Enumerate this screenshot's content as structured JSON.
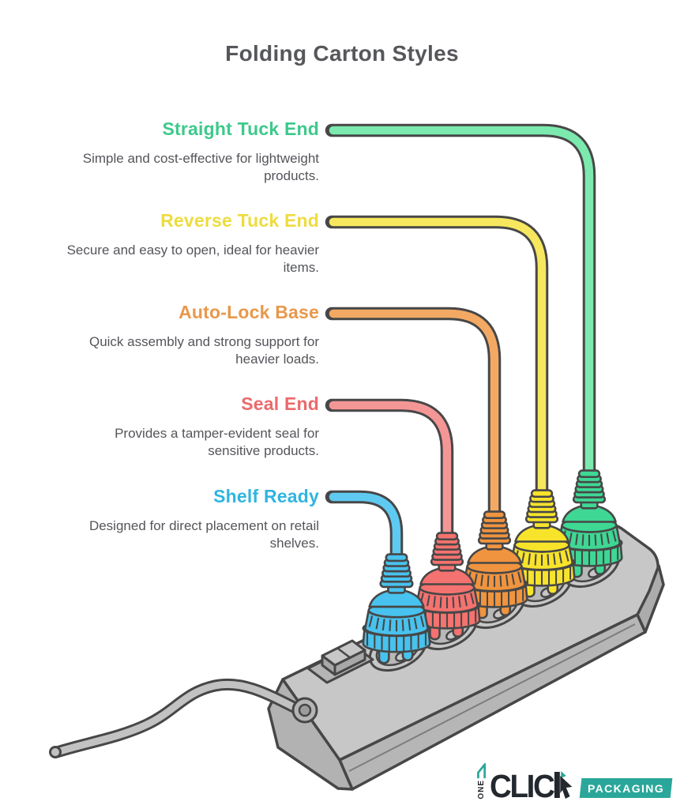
{
  "title": "Folding Carton Styles",
  "styles": [
    {
      "name": "Straight Tuck End",
      "description": "Simple and cost-effective for lightweight products.",
      "label_color": "#3dc98b",
      "cable_color": "#7ce9ae",
      "plug_color": "#3ed794"
    },
    {
      "name": "Reverse Tuck End",
      "description": "Secure and easy to open, ideal for heavier items.",
      "label_color": "#eedc3f",
      "cable_color": "#f7e75e",
      "plug_color": "#f8e32b"
    },
    {
      "name": "Auto-Lock Base",
      "description": "Quick assembly and strong support for heavier loads.",
      "label_color": "#e8984b",
      "cable_color": "#f3a963",
      "plug_color": "#f0943f"
    },
    {
      "name": "Seal End",
      "description": "Provides a tamper-evident seal for sensitive products.",
      "label_color": "#ec6a6c",
      "cable_color": "#f59696",
      "plug_color": "#f4726f"
    },
    {
      "name": "Shelf Ready",
      "description": "Designed for direct placement on retail shelves.",
      "label_color": "#2fb5e0",
      "cable_color": "#5fcaf1",
      "plug_color": "#48c2ee"
    }
  ],
  "logo": {
    "one_text": "ONE",
    "click_text": "CLIC",
    "packaging_text": "PACKAGING",
    "accent_color": "#2aa79a"
  }
}
